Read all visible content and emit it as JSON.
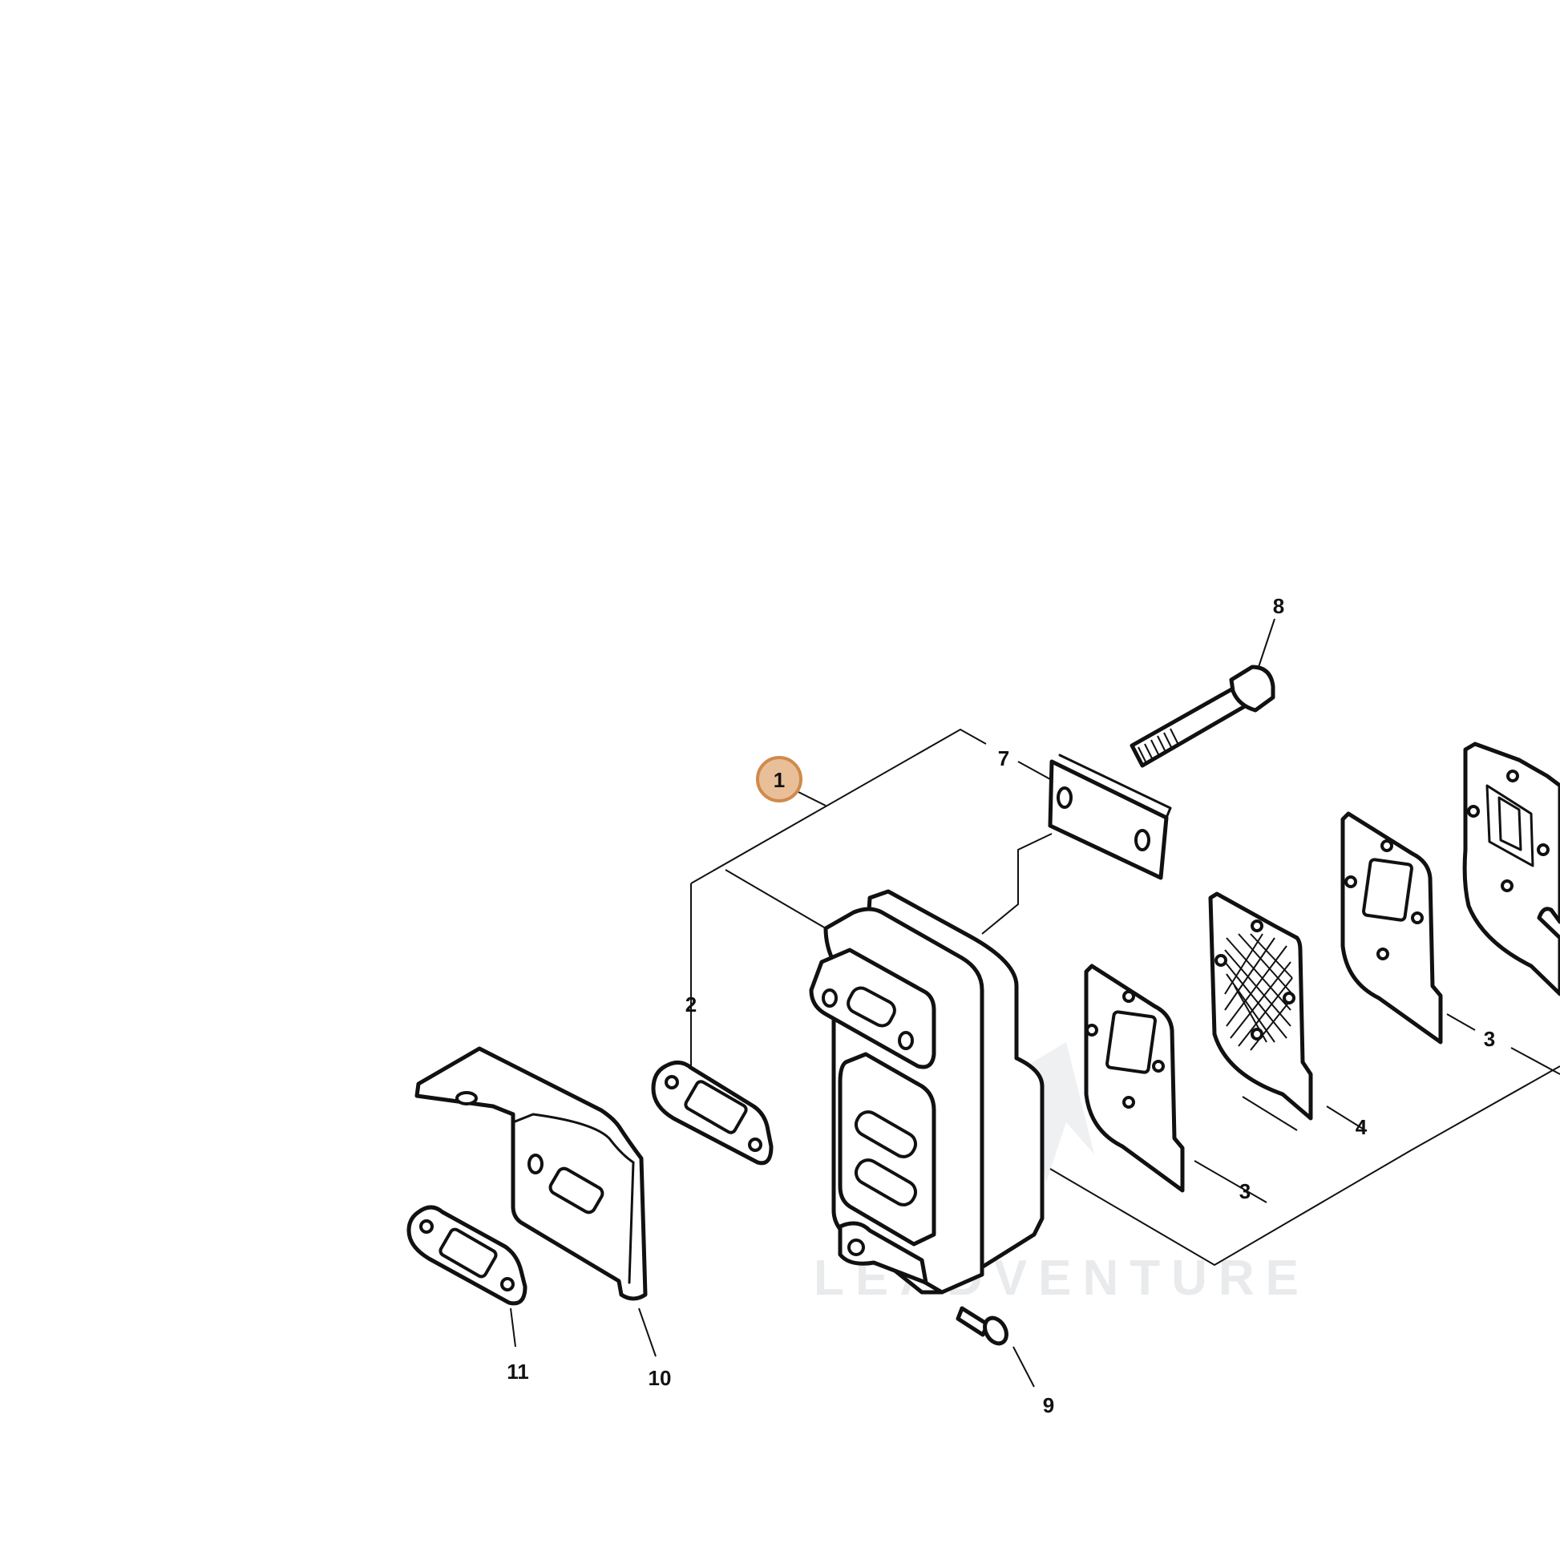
{
  "callouts": {
    "c1": "1",
    "c2": "2",
    "c3a": "3",
    "c3b": "3",
    "c4": "4",
    "c7": "7",
    "c8": "8",
    "c9": "9",
    "c10": "10",
    "c11": "11"
  },
  "watermark": "LEADVENTURE",
  "colors": {
    "highlight_fill": "#e8bf98",
    "highlight_stroke": "#d08a4c",
    "line": "#111111",
    "watermark": "#e6e8eb"
  },
  "highlighted_callout": "1"
}
